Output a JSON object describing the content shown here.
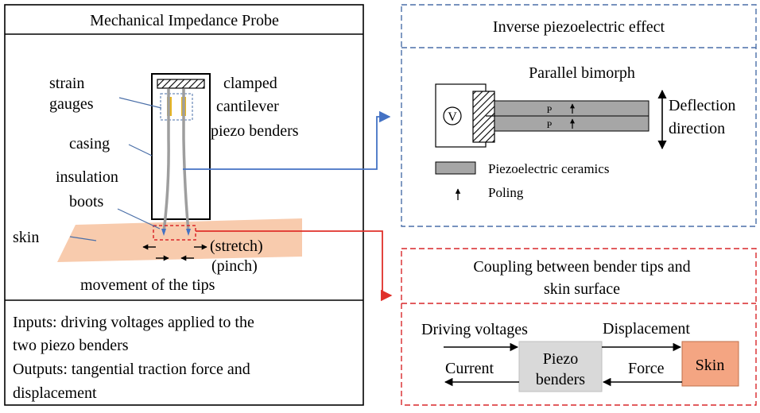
{
  "left_panel": {
    "title": "Mechanical Impedance Probe",
    "labels": {
      "strain": "strain",
      "gauges": "gauges",
      "clamped": "clamped",
      "cantilever": "cantilever",
      "piezo_benders": "piezo benders",
      "casing": "casing",
      "insulation": "insulation",
      "boots": "boots",
      "skin": "skin",
      "stretch": "(stretch)",
      "pinch": "(pinch)",
      "movement": "movement of the tips"
    },
    "io": {
      "line1": "Inputs: driving voltages applied to the",
      "line2": "two piezo benders",
      "line3": "Outputs: tangential traction force and",
      "line4": "displacement"
    }
  },
  "top_right": {
    "title": "Inverse piezoelectric effect",
    "subtitle": "Parallel bimorph",
    "voltage_symbol": "V",
    "poling_letter_1": "P",
    "poling_letter_2": "P",
    "deflection_1": "Deflection",
    "deflection_2": "direction",
    "legend_ceramics": "Piezoelectric ceramics",
    "legend_poling": "Poling"
  },
  "bottom_right": {
    "title_1": "Coupling between bender tips and",
    "title_2": "skin surface",
    "driving_voltages": "Driving voltages",
    "displacement": "Displacement",
    "current": "Current",
    "force": "Force",
    "piezo": "Piezo",
    "benders": "benders",
    "skin": "Skin"
  },
  "colors": {
    "blue_arrow": "#4472c4",
    "red_arrow": "#e0302a",
    "blue_dash": "#4a6fa8",
    "red_dash": "#d9272a",
    "skin_fill": "#f8cbad",
    "skin_box": "#f4a582",
    "gauge_yellow": "#e6b422",
    "ceramic_gray": "#a6a6a6",
    "piezo_box_gray": "#d9d9d9"
  }
}
